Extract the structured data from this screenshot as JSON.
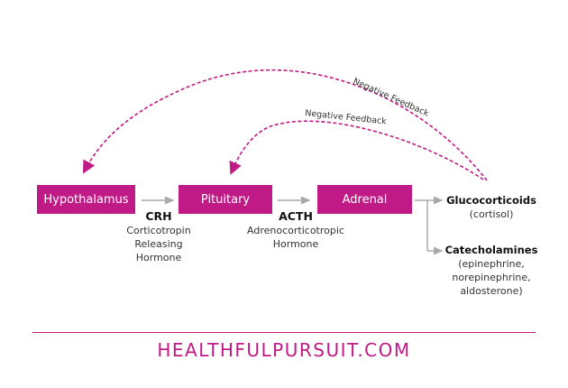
{
  "colors": {
    "accent": "#c01a86",
    "arrow_gray": "#aaaaaa",
    "text": "#333333"
  },
  "nodes": {
    "hypothalamus": "Hypothalamus",
    "pituitary": "Pituitary",
    "adrenal": "Adrenal"
  },
  "hormones": [
    {
      "abbr": "CRH",
      "lines": [
        "Corticotropin",
        "Releasing",
        "Hormone"
      ]
    },
    {
      "abbr": "ACTH",
      "lines": [
        "Adrenocorticotropic",
        "Hormone"
      ]
    }
  ],
  "outputs": [
    {
      "title": "Glucocorticoids",
      "lines": [
        "(cortisol)"
      ]
    },
    {
      "title": "Catecholamines",
      "lines": [
        "(epinephrine,",
        "norepinephrine,",
        "aldosterone)"
      ]
    }
  ],
  "feedback": [
    {
      "label": "Negative Feedback",
      "target": "Hypothalamus"
    },
    {
      "label": "Negative Feedback",
      "target": "Pituitary"
    }
  ],
  "footer": {
    "site": "HEALTHFULPURSUIT.COM"
  }
}
